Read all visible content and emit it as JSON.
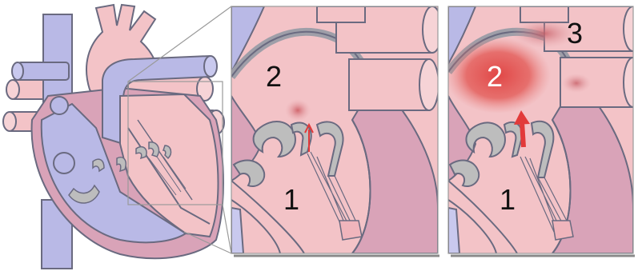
{
  "labels": {
    "zoom1_atrium": "2",
    "zoom1_ventricle": "1",
    "zoom2_atrium": "2",
    "zoom2_ventricle": "1",
    "zoom2_vessel": "3"
  },
  "colors": {
    "vein_blue": "#b9b9e6",
    "heart_pink": "#f3c3c7",
    "wall_pink": "#d9a3b8",
    "outline": "#6a6a80",
    "valve_grey": "#bdbdbd",
    "blood_red": "#e23a3a"
  }
}
